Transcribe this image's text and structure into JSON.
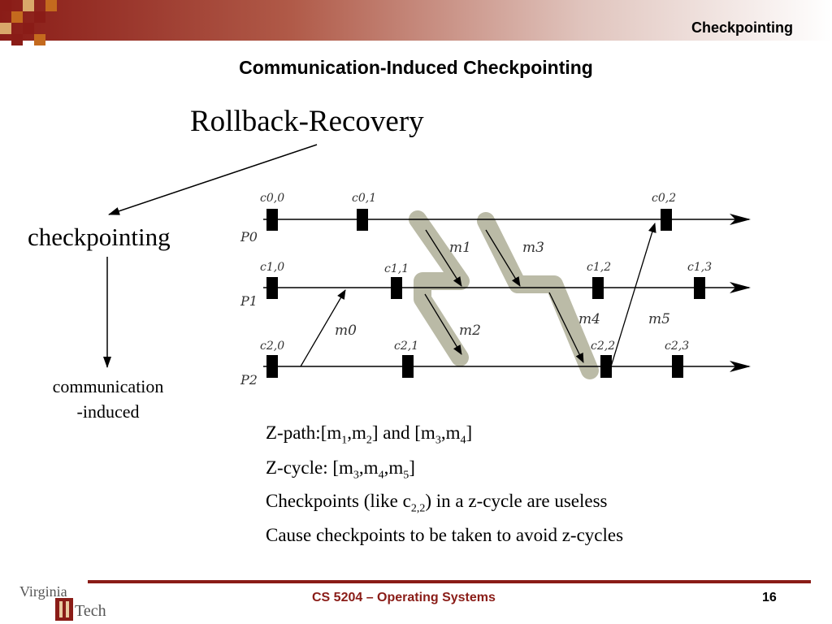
{
  "header": {
    "section_title": "Checkpointing"
  },
  "slide": {
    "title": "Communication-Induced Checkpointing",
    "node_rollback": "Rollback-Recovery",
    "node_checkpointing": "checkpointing",
    "node_communication_line1": "communication",
    "node_communication_line2": "-induced"
  },
  "diagram": {
    "processes": [
      "P0",
      "P1",
      "P2"
    ],
    "checkpoints": {
      "p0": [
        "c0,0",
        "c0,1",
        "c0,2"
      ],
      "p1": [
        "c1,0",
        "c1,1",
        "c1,2",
        "c1,3"
      ],
      "p2": [
        "c2,0",
        "c2,1",
        "c2,2",
        "c2,3"
      ]
    },
    "messages": [
      "m0",
      "m1",
      "m2",
      "m3",
      "m4",
      "m5"
    ]
  },
  "body_lines": {
    "l1": {
      "a": "Z-path:[m",
      "s1": "1",
      "b": ",m",
      "s2": "2",
      "c": "] and [m",
      "s3": "3",
      "d": ",m",
      "s4": "4",
      "e": "]"
    },
    "l2": {
      "a": "Z-cycle: [m",
      "s1": "3",
      "b": ",m",
      "s2": "4",
      "c": ",m",
      "s3": "5",
      "d": "]"
    },
    "l3": {
      "a": "Checkpoints (like c",
      "s1": "2,2",
      "b": ") in a z-cycle are useless"
    },
    "l4": {
      "a": "Cause checkpoints to be taken to avoid z-cycles"
    }
  },
  "footer": {
    "course": "CS 5204 – Operating Systems",
    "page_number": "16",
    "logo_top": "Virginia",
    "logo_bottom": "Tech"
  },
  "colors": {
    "maroon": "#8a1c17",
    "orange": "#c46a1e",
    "highlight": "#b7b7a2"
  }
}
